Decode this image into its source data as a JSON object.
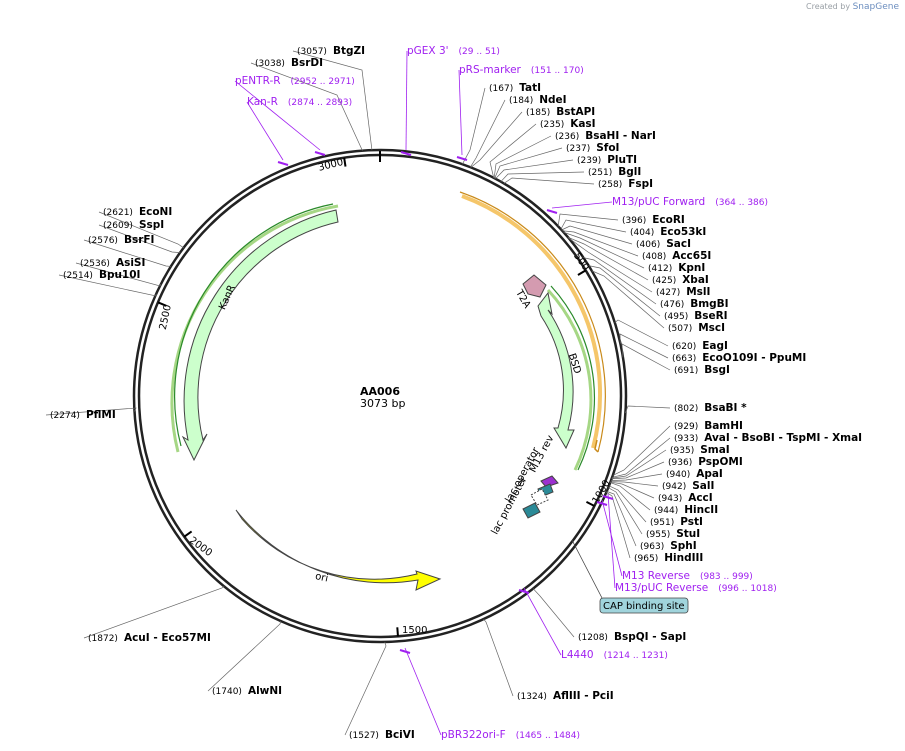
{
  "plasmid": {
    "name": "AA006",
    "length": "3073 bp",
    "bp": 3073
  },
  "logo": {
    "prefix": "Created by",
    "brand": "SnapGene"
  },
  "ticks": [
    "500",
    "1000",
    "1500",
    "2000",
    "2500",
    "3000"
  ],
  "enzymes": [
    {
      "pos": "(3057)",
      "name": "BtgZI"
    },
    {
      "pos": "(3038)",
      "name": "BsrDI"
    },
    {
      "pos": "(167)",
      "name": "TatI"
    },
    {
      "pos": "(184)",
      "name": "NdeI"
    },
    {
      "pos": "(185)",
      "name": "BstAPI"
    },
    {
      "pos": "(235)",
      "name": "KasI"
    },
    {
      "pos": "(236)",
      "name": "BsaHI - NarI"
    },
    {
      "pos": "(237)",
      "name": "SfoI"
    },
    {
      "pos": "(239)",
      "name": "PluTI"
    },
    {
      "pos": "(251)",
      "name": "BglI"
    },
    {
      "pos": "(258)",
      "name": "FspI"
    },
    {
      "pos": "(396)",
      "name": "EcoRI"
    },
    {
      "pos": "(404)",
      "name": "Eco53kI"
    },
    {
      "pos": "(406)",
      "name": "SacI"
    },
    {
      "pos": "(408)",
      "name": "Acc65I"
    },
    {
      "pos": "(412)",
      "name": "KpnI"
    },
    {
      "pos": "(425)",
      "name": "XbaI"
    },
    {
      "pos": "(427)",
      "name": "MslI"
    },
    {
      "pos": "(476)",
      "name": "BmgBI"
    },
    {
      "pos": "(495)",
      "name": "BseRI"
    },
    {
      "pos": "(507)",
      "name": "MscI"
    },
    {
      "pos": "(620)",
      "name": "EagI"
    },
    {
      "pos": "(663)",
      "name": "EcoO109I - PpuMI"
    },
    {
      "pos": "(691)",
      "name": "BsgI"
    },
    {
      "pos": "(802)",
      "name": "BsaBI *"
    },
    {
      "pos": "(929)",
      "name": "BamHI"
    },
    {
      "pos": "(933)",
      "name": "AvaI - BsoBI - TspMI - XmaI"
    },
    {
      "pos": "(935)",
      "name": "SmaI"
    },
    {
      "pos": "(936)",
      "name": "PspOMI"
    },
    {
      "pos": "(940)",
      "name": "ApaI"
    },
    {
      "pos": "(942)",
      "name": "SalI"
    },
    {
      "pos": "(943)",
      "name": "AccI"
    },
    {
      "pos": "(944)",
      "name": "HincII"
    },
    {
      "pos": "(951)",
      "name": "PstI"
    },
    {
      "pos": "(955)",
      "name": "StuI"
    },
    {
      "pos": "(963)",
      "name": "SphI"
    },
    {
      "pos": "(965)",
      "name": "HindIII"
    },
    {
      "pos": "(1208)",
      "name": "BspQI - SapI"
    },
    {
      "pos": "(1324)",
      "name": "AflIII - PciI"
    },
    {
      "pos": "(1527)",
      "name": "BciVI"
    },
    {
      "pos": "(1740)",
      "name": "AlwNI"
    },
    {
      "pos": "(1872)",
      "name": "AcuI - Eco57MI"
    },
    {
      "pos": "(2274)",
      "name": "PflMI"
    },
    {
      "pos": "(2514)",
      "name": "Bpu10I"
    },
    {
      "pos": "(2536)",
      "name": "AsiSI"
    },
    {
      "pos": "(2576)",
      "name": "BsrFI"
    },
    {
      "pos": "(2609)",
      "name": "SspI"
    },
    {
      "pos": "(2621)",
      "name": "EcoNI"
    }
  ],
  "primers": [
    {
      "name": "pGEX 3'",
      "pos": "(29 .. 51)"
    },
    {
      "name": "pRS-marker",
      "pos": "(151 .. 170)"
    },
    {
      "name": "M13/pUC Forward",
      "pos": "(364 .. 386)"
    },
    {
      "name": "M13 Reverse",
      "pos": "(983 .. 999)"
    },
    {
      "name": "M13/pUC Reverse",
      "pos": "(996 .. 1018)"
    },
    {
      "name": "L4440",
      "pos": "(1214 .. 1231)"
    },
    {
      "name": "pBR322ori-F",
      "pos": "(1465 .. 1484)"
    },
    {
      "name": "Kan-R",
      "pos": "(2874 .. 2893)"
    },
    {
      "name": "pENTR-R",
      "pos": "(2952 .. 2971)"
    }
  ],
  "features": {
    "kanr": "KanR",
    "ori": "ori",
    "bsd": "BSD",
    "t2a": "T2A",
    "lac_operator": "lac operator",
    "lac_promoter": "lac promoter",
    "m13_rev": "M13 rev",
    "cap": "CAP binding site"
  },
  "colors": {
    "kanr": "#ccffcc",
    "ori": "#ffff00",
    "orf": "#f5a623",
    "t2a": "#d49bb0",
    "primer": "#a020f0",
    "cap": "#a0d4dc"
  }
}
